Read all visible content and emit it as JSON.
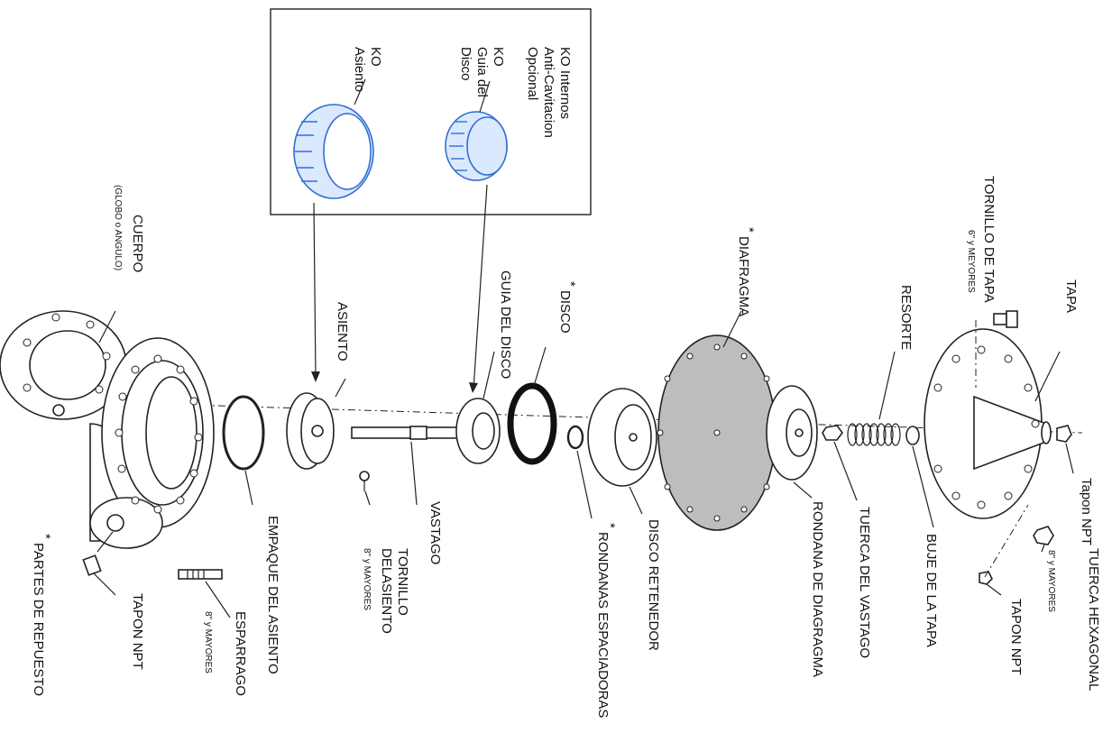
{
  "inset": {
    "title_lines": [
      "KO Internos",
      "Anti-Cavitacion",
      "Opcional"
    ],
    "guide_lines": [
      "KO",
      "Guia del",
      "Disco"
    ],
    "seat_lines": [
      "KO",
      "Asiento"
    ]
  },
  "labels": {
    "cuerpo": "CUERPO",
    "cuerpo_sub": "(GLOBO o ANGULO)",
    "asiento": "ASIENTO",
    "guia": "GUIA DEL DISCO",
    "disco": "DISCO",
    "diafragma": "DIAFRAGMA",
    "resorte": "RESORTE",
    "tornillo_tapa": "TORNILLO DE TAPA",
    "tornillo_tapa_sub": "6\" y MEYORES",
    "tapa": "TAPA",
    "tapon_npt_top": "Tapon NPT",
    "tuerca_hex": "TUERCA HEXAGONAL",
    "tuerca_hex_sub": "8\" y MAYORES",
    "tapon_npt_cover": "TAPON NPT",
    "buje": "BUJE DE LA TAPA",
    "tuerca_vastago": "TUERCA DEL VASTAGO",
    "rondana_diag": "RONDANA DE DIAGRAGMA",
    "disco_ret": "DISCO RETENEDOR",
    "rondanas_esp": "RONDANAS ESPACIADORAS",
    "vastago": "VASTAGO",
    "tornillo_asiento_1": "TORNILLO",
    "tornillo_asiento_2": "DELASIENTO",
    "tornillo_asiento_sub": "8\" y MAYORES",
    "empaque": "EMPAQUE DEL ASIENTO",
    "esparrago": "ESPARRAGO",
    "esparrago_sub": "8\" y MAYORES",
    "tapon_npt_body": "TAPON NPT",
    "partes": "PARTES DE REPUESTO",
    "star": "*"
  },
  "colors": {
    "ink": "#222222",
    "accent": "#2f6fd1",
    "accent_fill": "#dbe9ff"
  }
}
